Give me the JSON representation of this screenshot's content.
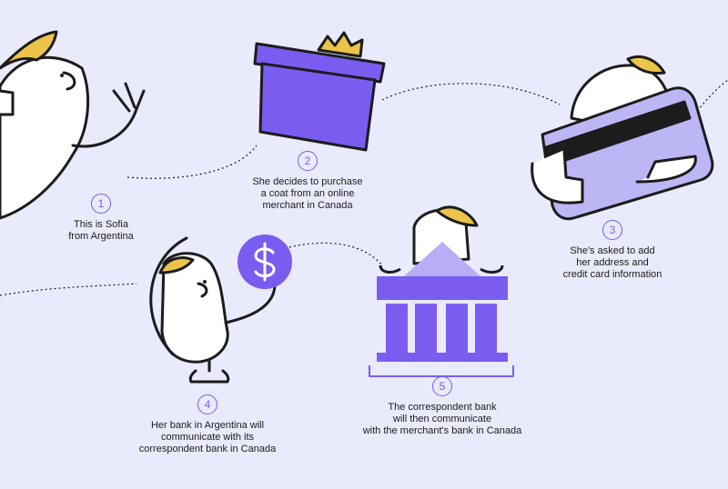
{
  "colors": {
    "background": "#e9eafb",
    "accent": "#7b5cf0",
    "accent_light": "#b7aef5",
    "card": "#bdb6f5",
    "hair": "#ecc44a",
    "outline": "#1c1c1c"
  },
  "steps": [
    {
      "number": "1",
      "caption": "This is Sofia\nfrom Argentina",
      "icon": "waving-person-icon"
    },
    {
      "number": "2",
      "caption": "She decides to purchase\na coat from an online\nmerchant in Canada",
      "icon": "gift-box-icon"
    },
    {
      "number": "3",
      "caption": "She's asked to add\nher address and\ncredit card information",
      "icon": "credit-card-icon"
    },
    {
      "number": "4",
      "caption": "Her bank in Argentina will\ncommunicate with its\ncorrespondent bank in Canada",
      "icon": "globe-dollar-icon"
    },
    {
      "number": "5",
      "caption": "The correspondent bank\nwill then communicate\nwith the merchant's bank in Canada",
      "icon": "bank-building-icon"
    }
  ]
}
